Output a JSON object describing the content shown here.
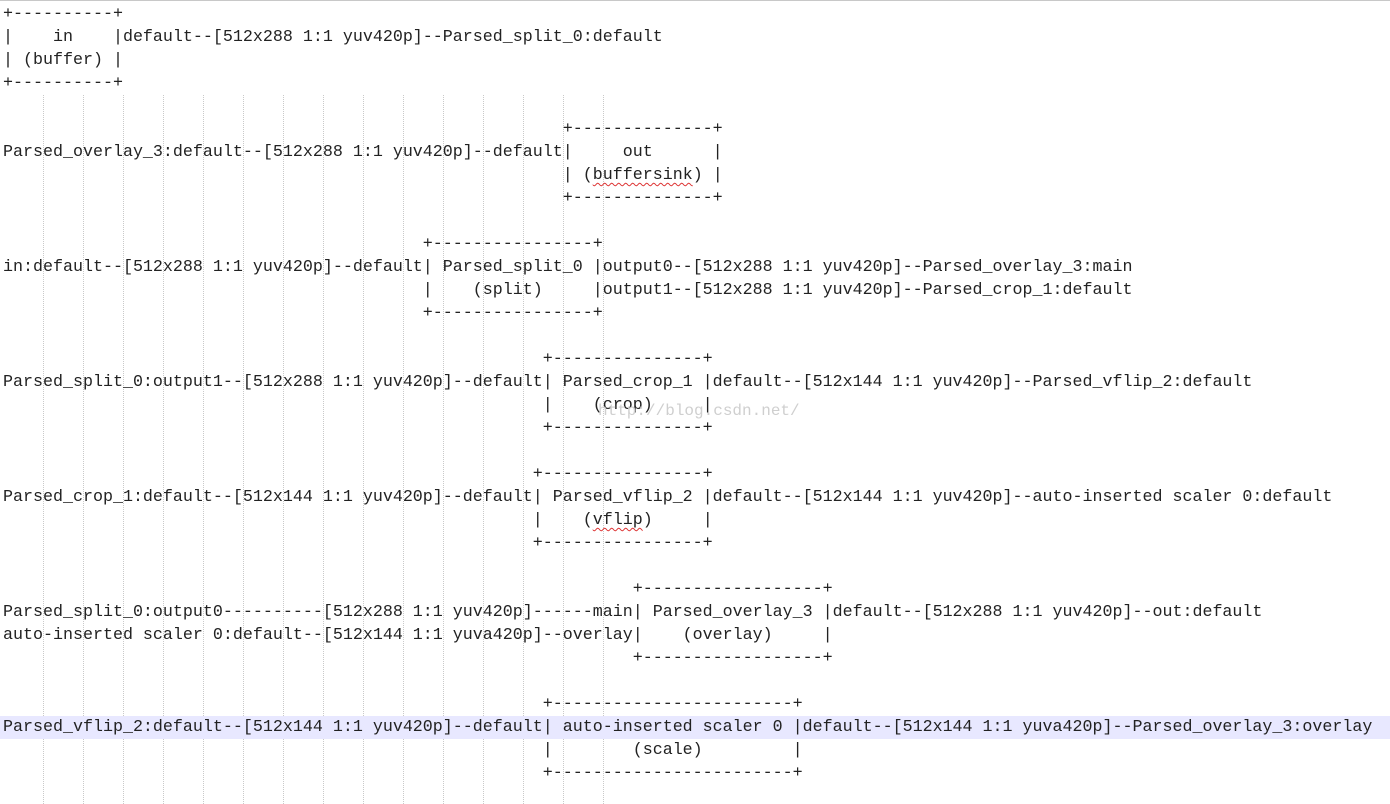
{
  "editor": {
    "lines": [
      "+----------+",
      "|    in    |default--[512x288 1:1 yuv420p]--Parsed_split_0:default",
      "| (buffer) |",
      "+----------+",
      "",
      "                                                        +--------------+",
      "Parsed_overlay_3:default--[512x288 1:1 yuv420p]--default|     out      |",
      "                                                        | (buffersink) |",
      "                                                        +--------------+",
      "",
      "                                          +----------------+",
      "in:default--[512x288 1:1 yuv420p]--default| Parsed_split_0 |output0--[512x288 1:1 yuv420p]--Parsed_overlay_3:main",
      "                                          |    (split)     |output1--[512x288 1:1 yuv420p]--Parsed_crop_1:default",
      "                                          +----------------+",
      "",
      "                                                      +---------------+",
      "Parsed_split_0:output1--[512x288 1:1 yuv420p]--default| Parsed_crop_1 |default--[512x144 1:1 yuv420p]--Parsed_vflip_2:default",
      "                                                      |    (crop)     |",
      "                                                      +---------------+",
      "",
      "                                                     +----------------+",
      "Parsed_crop_1:default--[512x144 1:1 yuv420p]--default| Parsed_vflip_2 |default--[512x144 1:1 yuv420p]--auto-inserted scaler 0:default",
      "                                                     |    (vflip)     |",
      "                                                     +----------------+",
      "",
      "                                                               +------------------+",
      "Parsed_split_0:output0----------[512x288 1:1 yuv420p]------main| Parsed_overlay_3 |default--[512x288 1:1 yuv420p]--out:default",
      "auto-inserted scaler 0:default--[512x144 1:1 yuva420p]--overlay|    (overlay)     |",
      "                                                               +------------------+",
      "",
      "                                                      +------------------------+",
      "Parsed_vflip_2:default--[512x144 1:1 yuv420p]--default| auto-inserted scaler 0 |default--[512x144 1:1 yuva420p]--Parsed_overlay_3:overlay",
      "                                                      |        (scale)         |",
      "                                                      +------------------------+"
    ],
    "current_line": 31,
    "watermark": "http://blog.csdn.net/"
  }
}
